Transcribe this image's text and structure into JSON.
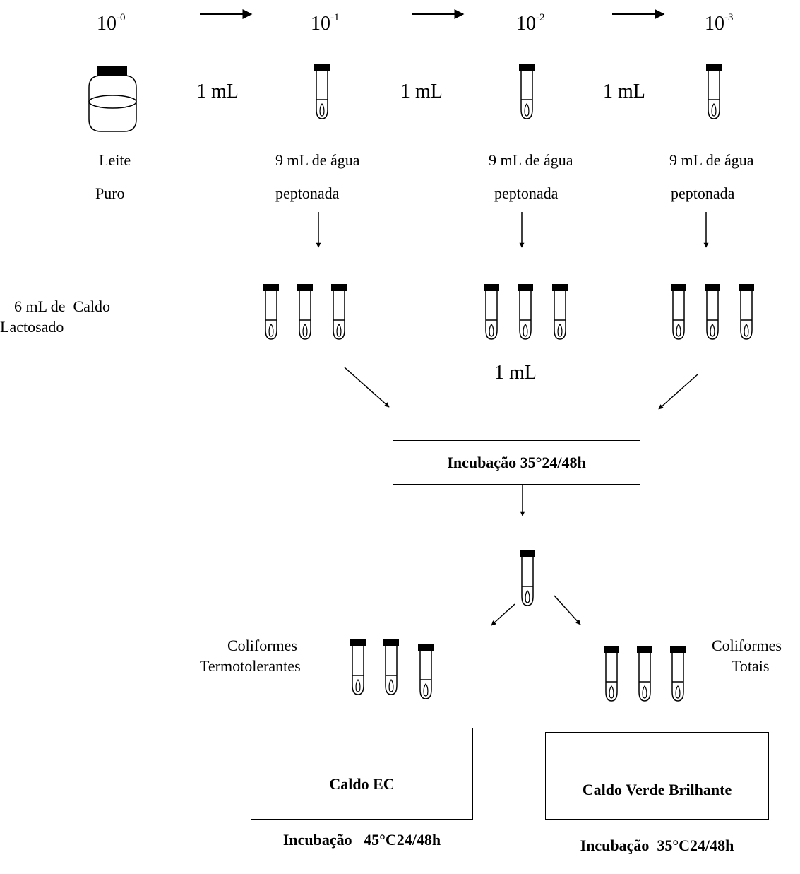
{
  "dilutions": [
    {
      "base": "10",
      "exp": "-0"
    },
    {
      "base": "10",
      "exp": "-1"
    },
    {
      "base": "10",
      "exp": "-2"
    },
    {
      "base": "10",
      "exp": "-3"
    }
  ],
  "transfer_volume": "1 mL",
  "sample": {
    "label_line1": "Leite",
    "label_line2": "Puro"
  },
  "diluent": {
    "line1": "9 mL de água",
    "line2": "peptonada"
  },
  "broth": {
    "line1": "6 mL de  Caldo",
    "line2": "Lactosado"
  },
  "pool_volume": "1 mL",
  "incubation_box": "Incubação 35°24/48h",
  "branches": {
    "left": {
      "line1": "Coliformes",
      "line2": "Termotolerantes"
    },
    "right": {
      "line1": "Coliformes",
      "line2": "Totais"
    }
  },
  "boxes": {
    "ec": {
      "line1": "Caldo EC",
      "line2": "Incubação   45°C24/48h"
    },
    "vb": {
      "line1": "Caldo Verde Brilhante",
      "line2": "Incubação  35°C24/48h"
    }
  },
  "icons": {
    "tube": "test-tube-icon",
    "bottle": "milk-bottle-icon",
    "arrow": "arrow-icon"
  },
  "colors": {
    "ink": "#000000",
    "background": "#ffffff"
  }
}
